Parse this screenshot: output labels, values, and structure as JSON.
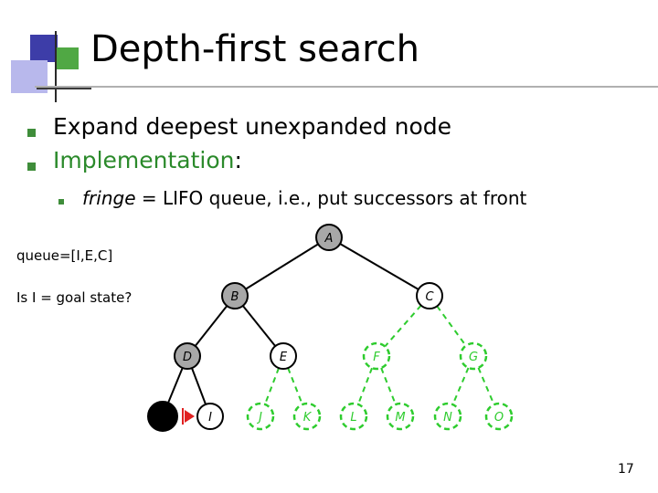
{
  "slide": {
    "title": "Depth-first search",
    "bullet1": "Expand deepest unexpanded node",
    "bullet2_prefix": "Implementation",
    "bullet2_suffix": ":",
    "sub_italic": "fringe",
    "sub_rest": " = LIFO queue, i.e., put successors at front",
    "queue_text": "queue=[I,E,C]",
    "question_text": "Is I = goal state?",
    "page_number": "17"
  },
  "tree": {
    "nodes": [
      {
        "id": "A",
        "label": "A",
        "state": "visited"
      },
      {
        "id": "B",
        "label": "B",
        "state": "visited"
      },
      {
        "id": "C",
        "label": "C",
        "state": "frontier"
      },
      {
        "id": "D",
        "label": "D",
        "state": "visited"
      },
      {
        "id": "E",
        "label": "E",
        "state": "frontier"
      },
      {
        "id": "F",
        "label": "F",
        "state": "unvisited"
      },
      {
        "id": "G",
        "label": "G",
        "state": "unvisited"
      },
      {
        "id": "H",
        "label": "",
        "state": "removed"
      },
      {
        "id": "I",
        "label": "I",
        "state": "current"
      },
      {
        "id": "J",
        "label": "J",
        "state": "unvisited"
      },
      {
        "id": "K",
        "label": "K",
        "state": "unvisited"
      },
      {
        "id": "L",
        "label": "L",
        "state": "unvisited"
      },
      {
        "id": "M",
        "label": "M",
        "state": "unvisited"
      },
      {
        "id": "N",
        "label": "N",
        "state": "unvisited"
      },
      {
        "id": "O",
        "label": "O",
        "state": "unvisited"
      }
    ],
    "edges": [
      [
        "A",
        "B"
      ],
      [
        "A",
        "C"
      ],
      [
        "B",
        "D"
      ],
      [
        "B",
        "E"
      ],
      [
        "C",
        "F"
      ],
      [
        "C",
        "G"
      ],
      [
        "D",
        "H"
      ],
      [
        "D",
        "I"
      ],
      [
        "E",
        "J"
      ],
      [
        "E",
        "K"
      ],
      [
        "F",
        "L"
      ],
      [
        "F",
        "M"
      ],
      [
        "G",
        "N"
      ],
      [
        "G",
        "O"
      ]
    ],
    "colors": {
      "visited": "#a8a8a8",
      "frontier": "#ffffff",
      "unvisited": "#2ecc2e",
      "removed": "#000000",
      "pointer": "#e02020"
    }
  }
}
